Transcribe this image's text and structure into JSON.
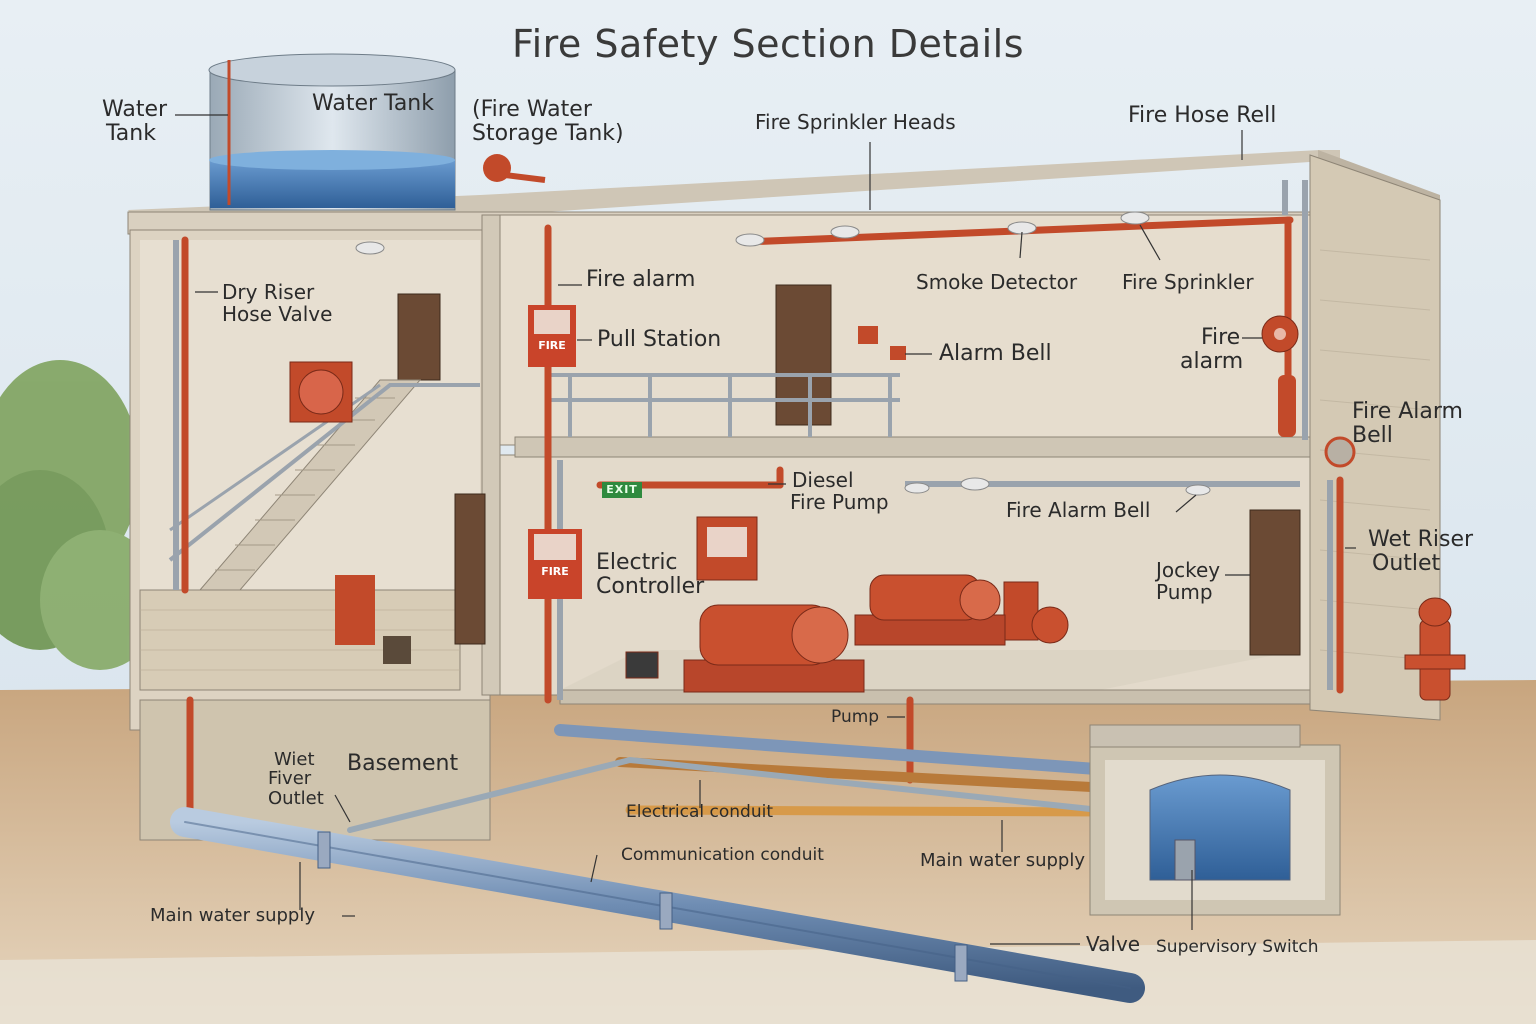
{
  "title": "Fire Safety Section Details",
  "labels": {
    "water_tank_left_1": "Water",
    "water_tank_left_2": "Tank",
    "water_tank": "Water Tank",
    "fire_water_1": "(Fire Water",
    "fire_water_2": "Storage Tank)",
    "sprinkler_heads": "Fire Sprinkler Heads",
    "hose_reel": "Fire Hose Rell",
    "dry_riser_1": "Dry Riser",
    "dry_riser_2": "Hose Valve",
    "fire_alarm": "Fire alarm",
    "pull_station": "Pull Station",
    "smoke_detector": "Smoke Detector",
    "fire_sprinkler": "Fire Sprinkler",
    "alarm_bell": "Alarm Bell",
    "fire_alarm_right_1": "Fire",
    "fire_alarm_right_2": "alarm",
    "fire_alarm_bell_right_1": "Fire Alarm",
    "fire_alarm_bell_right_2": "Bell",
    "diesel_1": "Diesel",
    "diesel_2": "Fire Pump",
    "fire_alarm_bell_mid": "Fire Alarm Bell",
    "electric_1": "Electric",
    "electric_2": "Controller",
    "wet_riser_1": "Wet Riser",
    "wet_riser_2": "Outlet",
    "jockey_1": "Jockey",
    "jockey_2": "Pump",
    "pump": "Pump",
    "wiet_1": "Wiet",
    "wiet_2": "Fiver",
    "wiet_3": "Outlet",
    "basement": "Basement",
    "electrical_conduit": "Electrical conduit",
    "communication_conduit": "Communication conduit",
    "main_water_right": "Main water supply",
    "main_water_left": "Main water supply",
    "valve": "Valve",
    "supervisory_switch": "Supervisory Switch"
  },
  "signs": {
    "fire_upper": "FIRE",
    "fire_lower": "FIRE",
    "exit": "EXIT"
  },
  "colors": {
    "pipe_red": "#c24a2a",
    "pipe_blue": "#7d96b8",
    "pipe_orange": "#d79a4a",
    "wall": "#ddd3c2",
    "water": "#5e8fc4"
  }
}
